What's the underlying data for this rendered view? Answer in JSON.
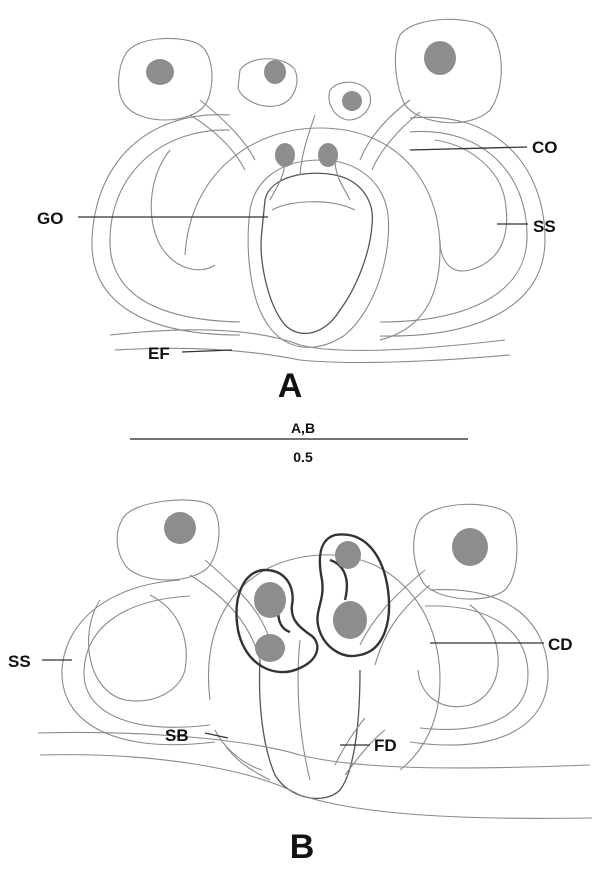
{
  "panels": {
    "a": {
      "letter": "A"
    },
    "b": {
      "letter": "B"
    }
  },
  "scale_bar": {
    "panels": "A,B",
    "value": "0.5"
  },
  "labels": {
    "co": "CO",
    "go": "GO",
    "ss_a": "SS",
    "ef": "EF",
    "ss_b": "SS",
    "cd": "CD",
    "sb": "SB",
    "fd": "FD"
  },
  "colors": {
    "line": "#8a8a8a",
    "dark_line": "#333333",
    "spot": "#8d8d8d",
    "text": "#111111"
  }
}
